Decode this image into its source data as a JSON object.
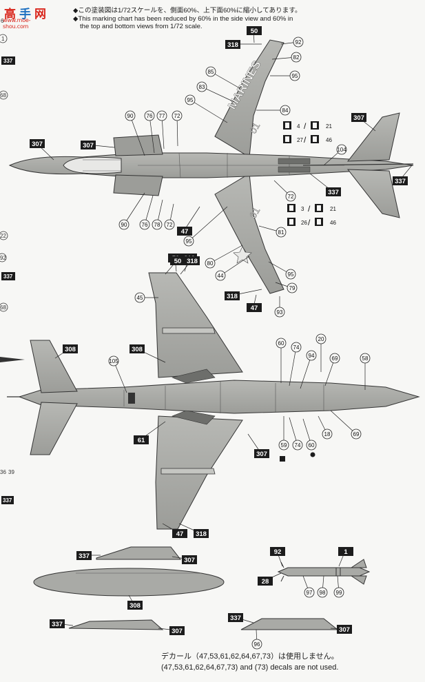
{
  "logo": {
    "char1": "高",
    "char2": "手",
    "char3": "网",
    "url": "www.moe-shou.com"
  },
  "header": {
    "jp": "◆この塗装図は1/72スケールを、側面60%、上下面60%に縮小してあります。",
    "en1": "◆This marking chart has been reduced by 60% in the side view and 60% in",
    "en2": "the top and bottom views from 1/72 scale."
  },
  "markings": {
    "marines": "MARINES",
    "tail_code": "01"
  },
  "side_fragments": [
    "6",
    "1",
    "337",
    "68",
    "22",
    "92",
    "337",
    "68",
    "36",
    "39",
    "337"
  ],
  "variant_row_top": {
    "t1": "4",
    "t2": "21",
    "t3": "27",
    "t4": "46"
  },
  "variant_row_bottom": {
    "t1": "3",
    "t2": "21",
    "t3": "26",
    "t4": "46"
  },
  "footer": {
    "jp": "デカール（47,53,61,62,64,67,73）は使用しません。",
    "en": "(47,53,61,62,64,67,73) and (73) decals are not used."
  },
  "colors": {
    "aircraft_fill": "#a9aaa6",
    "aircraft_dark": "#6d6e6b",
    "callout_box": "#1c1c1c"
  }
}
